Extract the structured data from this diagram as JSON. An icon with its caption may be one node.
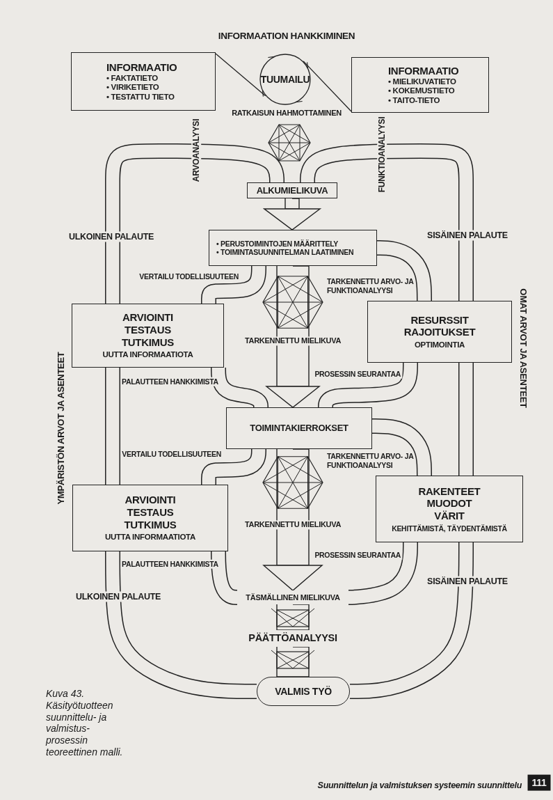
{
  "diagram": {
    "title": "INFORMAATION HANKKIMINEN",
    "caption": "Kuva 43. Käsityötuotteen suunnittelu- ja valmistus- prosessin teoreettinen malli.",
    "nodes": [
      {
        "text": [
          "INFORMAATIO",
          "• FAKTATIETO",
          "• VIRIKETIETO",
          "• TESTATTU TIETO"
        ]
      },
      {
        "text": [
          "TUUMAILU"
        ]
      },
      {
        "text": [
          "INFORMAATIO",
          "• MIELIKUVATIETO",
          "• KOKEMUSTIETO",
          "• TAITO-TIETO"
        ]
      },
      {
        "text": [
          "ALKUMIELIKUVA"
        ]
      },
      {
        "text": [
          "• PERUSTOIMINTOJEN MÄÄRITTELY",
          "• TOIMINTASUUNNITELMAN LAATIMINEN"
        ]
      },
      {
        "text": [
          "ARVIOINTI",
          "TESTAUS",
          "TUTKIMUS",
          "UUTTA INFORMAATIOTA"
        ]
      },
      {
        "text": [
          "RESURSSIT",
          "RAJOITUKSET",
          "OPTIMOINTIA"
        ]
      },
      {
        "text": [
          "TOIMINTAKIERROKSET"
        ]
      },
      {
        "text": [
          "ARVIOINTI",
          "TESTAUS",
          "TUTKIMUS",
          "UUTTA INFORMAATIOTA"
        ]
      },
      {
        "text": [
          "RAKENTEET",
          "MUODOT",
          "VÄRIT",
          "KEHITTÄMISTÄ, TÄYDENTÄMISTÄ"
        ]
      },
      {
        "text": [
          "TÄSMÄLLINEN MIELIKUVA"
        ]
      },
      {
        "text": [
          "PÄÄTTÖANALYYSI"
        ]
      },
      {
        "text": [
          "VALMIS TYÖ"
        ]
      }
    ],
    "edges": [
      {
        "from": 0,
        "to": 1,
        "arrow": "none"
      },
      {
        "from": 1,
        "to": 2,
        "arrow": "none"
      },
      {
        "from": 3,
        "to": 4,
        "arrow": "to"
      },
      {
        "from": 3,
        "to": 5,
        "arrow": "none",
        "label": "ULKOINEN PALAUTE"
      },
      {
        "from": 3,
        "to": 6,
        "arrow": "none",
        "label": "SISÄINEN PALAUTE"
      },
      {
        "from": 4,
        "to": 7,
        "arrow": "to",
        "label": "TARKENNETTU MIELIKUVA"
      },
      {
        "from": 4,
        "to": 5,
        "arrow": "none",
        "label": "VERTAILU TODELLISUUTEEN"
      },
      {
        "from": 4,
        "to": 6,
        "arrow": "none",
        "label": "TARKENNETTU ARVO- JA FUNKTIOANALYYSI"
      },
      {
        "from": 5,
        "to": 7,
        "arrow": "none",
        "label": "PALAUTTEEN HANKKIMISTA"
      },
      {
        "from": 6,
        "to": 7,
        "arrow": "none",
        "label": "PROSESSIN SEURANTAA"
      },
      {
        "from": 5,
        "to": 8,
        "arrow": "none"
      },
      {
        "from": 6,
        "to": 9,
        "arrow": "none"
      },
      {
        "from": 7,
        "to": 10,
        "arrow": "to",
        "label": "TARKENNETTU MIELIKUVA"
      },
      {
        "from": 7,
        "to": 8,
        "arrow": "none",
        "label": "VERTAILU TODELLISUUTEEN"
      },
      {
        "from": 7,
        "to": 9,
        "arrow": "none",
        "label": "TARKENNETTU ARVO- JA FUNKTIOANALYYSI"
      },
      {
        "from": 8,
        "to": 10,
        "arrow": "none",
        "label": "PALAUTTEEN HANKKIMISTA"
      },
      {
        "from": 9,
        "to": 10,
        "arrow": "none",
        "label": "PROSESSIN SEURANTAA"
      },
      {
        "from": 10,
        "to": 11,
        "arrow": "none"
      },
      {
        "from": 11,
        "to": 12,
        "arrow": "none"
      },
      {
        "from": 8,
        "to": 12,
        "arrow": "none",
        "label": "ULKOINEN PALAUTE"
      },
      {
        "from": 9,
        "to": 12,
        "arrow": "none",
        "label": "SISÄINEN PALAUTE"
      }
    ],
    "labels": [
      "RATKAISUN HAHMOTTAMINEN",
      "ARVOANALYYSI",
      "FUNKTIOANALYYSI",
      "OMAT ARVOT JA ASENTEET",
      "YMPÄRISTÖN ARVOT JA ASENTEET",
      "Suunnittelun ja valmistuksen systeemin suunnittelu",
      "111"
    ]
  }
}
